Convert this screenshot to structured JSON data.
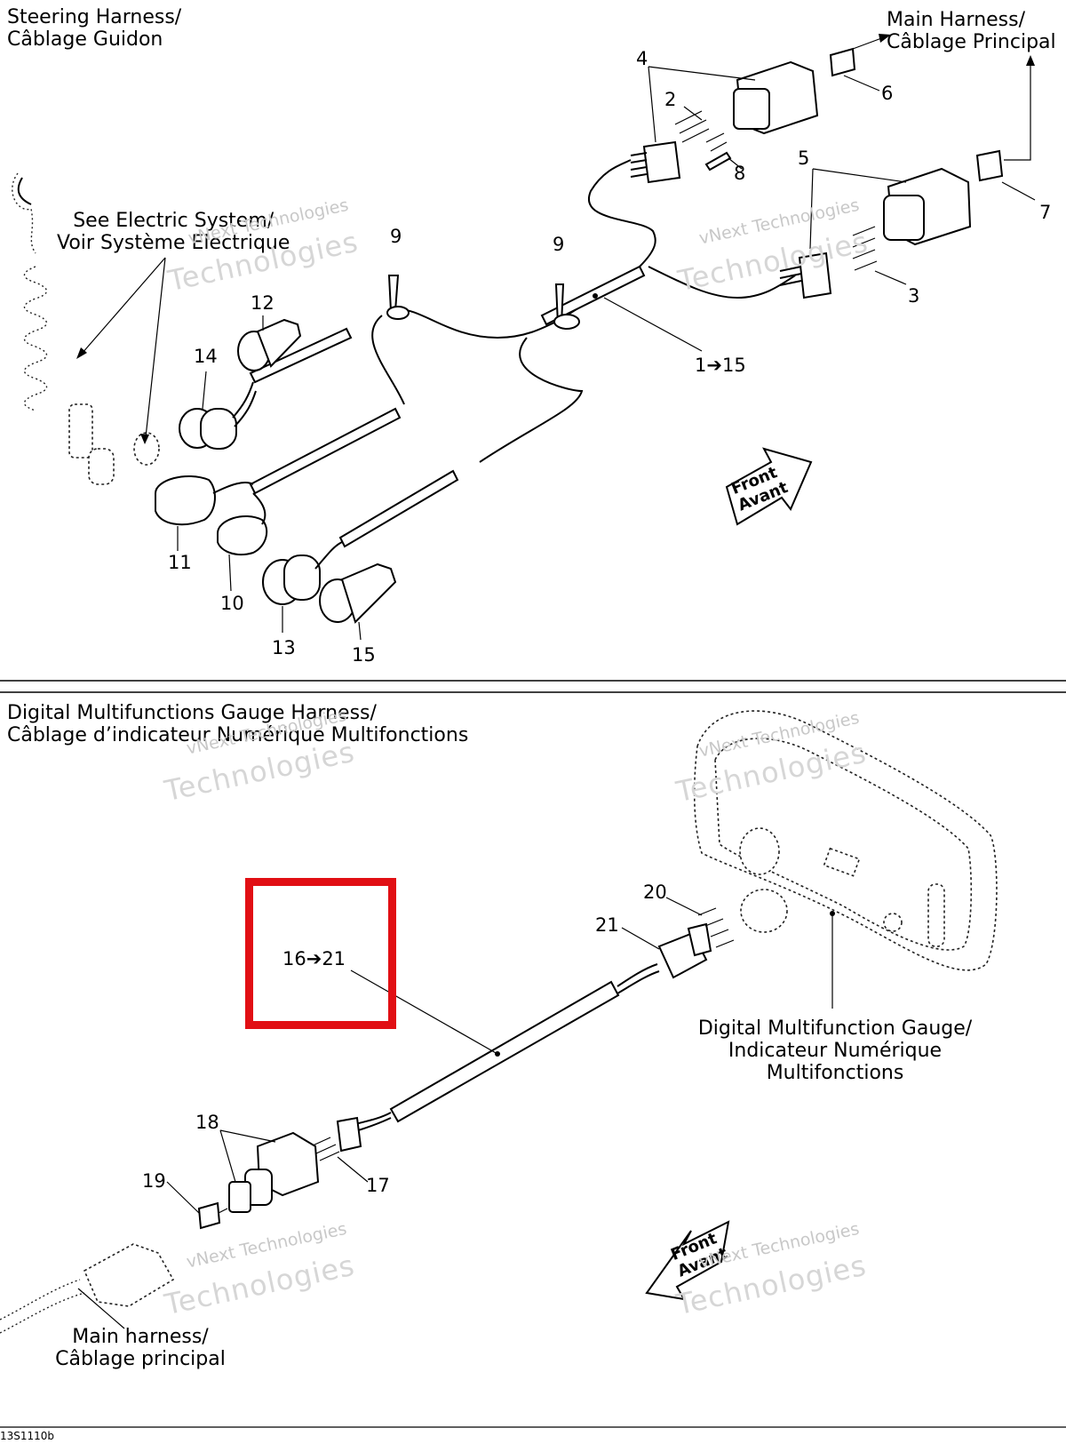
{
  "top_section": {
    "title": "Steering Harness/\nCâblage Guidon",
    "main_harness_label": "Main Harness/\nCâblage Principal",
    "see_electric_label": "See Electric System/\nVoir Système Electrique",
    "front_arrow_label": "Front\nAvant",
    "callouts": {
      "c1_15": "1➔15",
      "c2": "2",
      "c3": "3",
      "c4": "4",
      "c5": "5",
      "c6": "6",
      "c7": "7",
      "c8": "8",
      "c9a": "9",
      "c9b": "9",
      "c10": "10",
      "c11": "11",
      "c12": "12",
      "c13": "13",
      "c14": "14",
      "c15": "15"
    }
  },
  "bottom_section": {
    "title": "Digital Multifunctions Gauge Harness/\nCâblage d’indicateur Numérique Multifonctions",
    "gauge_label": "Digital Multifunction Gauge/\nIndicateur Numérique\nMultifonctions",
    "main_harness_label": "Main harness/\nCâblage principal",
    "front_arrow_label": "Front\nAvant",
    "callouts": {
      "c16_21": "16➔21",
      "c17": "17",
      "c18": "18",
      "c19": "19",
      "c20": "20",
      "c21": "21"
    }
  },
  "watermark": {
    "line1": "vNext Technologies",
    "line2": "Technologies"
  },
  "figure_ref": "13S1110b",
  "colors": {
    "highlight": "#e10f14",
    "ink": "#000000",
    "watermark": "#c8c8c8"
  }
}
